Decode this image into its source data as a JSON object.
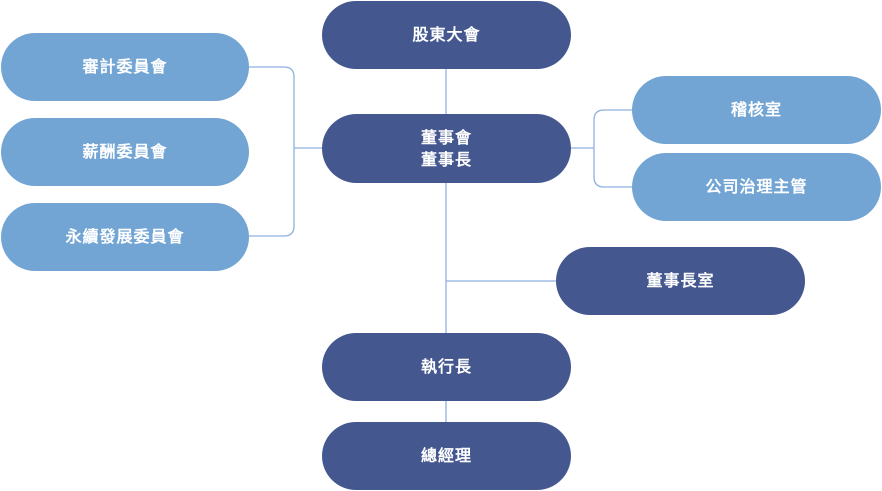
{
  "chart_title": "",
  "colors": {
    "primary_node": "#44588f",
    "secondary_node": "#72a5d4",
    "connector": "#8fb0dd",
    "text": "#ffffff"
  },
  "nodes": {
    "shareholders": {
      "label": "股東大會"
    },
    "board": {
      "line1": "董事會",
      "line2": "董事長"
    },
    "audit_committee": {
      "label": "審計委員會"
    },
    "remuneration_committee": {
      "label": "薪酬委員會"
    },
    "sustainability_committee": {
      "label": "永續發展委員會"
    },
    "audit_office": {
      "label": "稽核室"
    },
    "governance_officer": {
      "label": "公司治理主管"
    },
    "chairman_office": {
      "label": "董事長室"
    },
    "ceo": {
      "label": "執行長"
    },
    "general_manager": {
      "label": "總經理"
    }
  },
  "edges": [
    {
      "from": "shareholders",
      "to": "board"
    },
    {
      "from": "board",
      "to": "audit_committee"
    },
    {
      "from": "board",
      "to": "remuneration_committee"
    },
    {
      "from": "board",
      "to": "sustainability_committee"
    },
    {
      "from": "board",
      "to": "audit_office"
    },
    {
      "from": "board",
      "to": "governance_officer"
    },
    {
      "from": "board",
      "to": "chairman_office"
    },
    {
      "from": "board",
      "to": "ceo"
    },
    {
      "from": "ceo",
      "to": "general_manager"
    }
  ]
}
